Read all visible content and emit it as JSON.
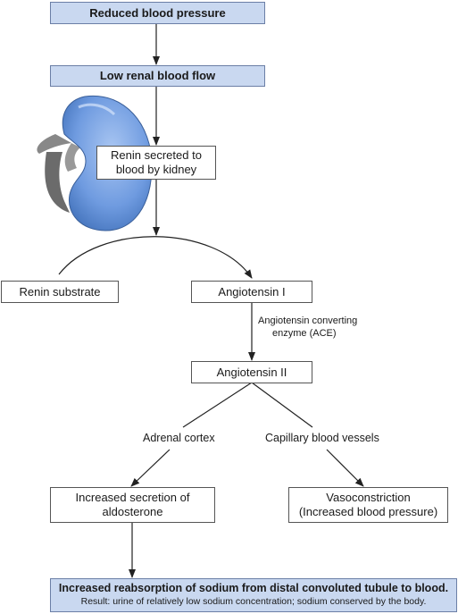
{
  "nodes": {
    "reduced_bp": "Reduced blood pressure",
    "low_renal": "Low renal blood flow",
    "renin_secreted": [
      "Renin secreted to",
      "blood by kidney"
    ],
    "renin_substrate": "Renin substrate",
    "angiotensin_1": "Angiotensin I",
    "ace": [
      "Angiotensin converting",
      "enzyme (ACE)"
    ],
    "angiotensin_2": "Angiotensin II",
    "adrenal": "Adrenal cortex",
    "capillary": "Capillary blood vessels",
    "aldosterone": [
      "Increased secretion of",
      "aldosterone"
    ],
    "vasoconstriction": [
      "Vasoconstriction",
      "(Increased blood pressure)"
    ],
    "final_main": "Increased reabsorption of sodium from distal convoluted tubule to blood.",
    "final_sub": "Result: urine of relatively low sodium concentration; sodium conserved by the body."
  },
  "colors": {
    "highlight_fill": "#c9d8f0",
    "kidney": "#6f9be0"
  }
}
